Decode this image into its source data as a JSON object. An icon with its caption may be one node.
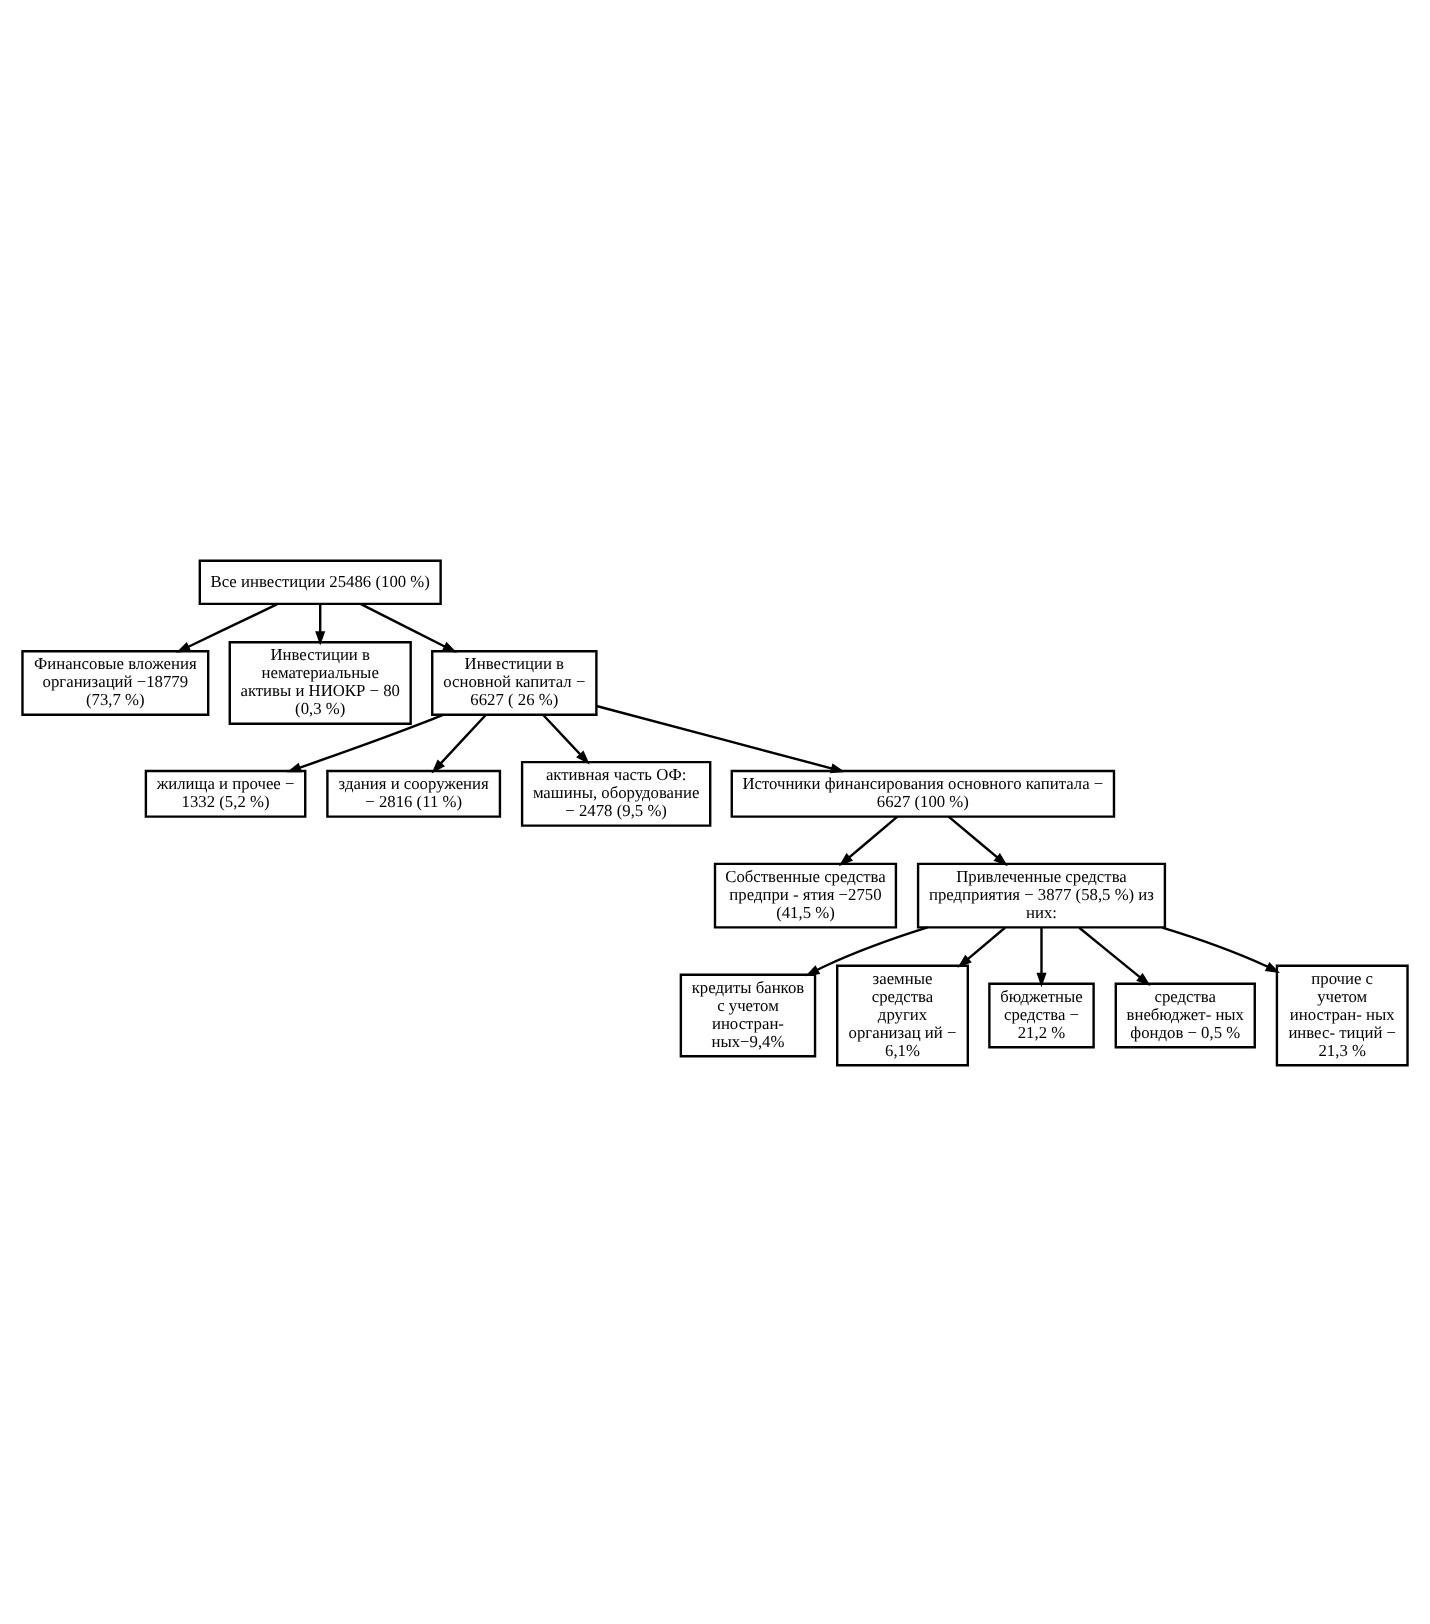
{
  "diagram": {
    "nodes": [
      {
        "text": [
          "Все инвестиции 25486 (100 %)"
        ]
      },
      {
        "text": [
          "Финансовые вложения организаций −18779 (73,7 %)"
        ]
      },
      {
        "text": [
          "Инвестиции в нематериальные активы и НИОКР − 80 (0,3 %)"
        ]
      },
      {
        "text": [
          "Инвестиции в основной капитал − 6627 ( 26 %)"
        ]
      },
      {
        "text": [
          "жилища и прочее − 1332 (5,2 %)"
        ]
      },
      {
        "text": [
          "здания и сооружения − 2816 (11 %)"
        ]
      },
      {
        "text": [
          "активная часть ОФ: машины, оборудование − 2478 (9,5 %)"
        ]
      },
      {
        "text": [
          "Источники финансирования основного капитала − 6627 (100 %)"
        ]
      },
      {
        "text": [
          "Собственные средства предпри - ятия −2750 (41,5 %)"
        ]
      },
      {
        "text": [
          "Привлеченные средства предприятия − 3877 (58,5 %) из них:"
        ]
      },
      {
        "text": [
          "кредиты банков с учетом иностран- ных−9,4%"
        ]
      },
      {
        "text": [
          "заемные средства других организац ий − 6,1%"
        ]
      },
      {
        "text": [
          "бюджетные средства − 21,2 %"
        ]
      },
      {
        "text": [
          "средства внебюджет- ных фондов − 0,5 %"
        ]
      },
      {
        "text": [
          "прочие с учетом иностран- ных инвес- тиций − 21,3 %"
        ]
      }
    ],
    "edges": [
      {
        "from": 0,
        "to": 1,
        "arrow": "to"
      },
      {
        "from": 0,
        "to": 2,
        "arrow": "to"
      },
      {
        "from": 0,
        "to": 3,
        "arrow": "to"
      },
      {
        "from": 3,
        "to": 4,
        "arrow": "to"
      },
      {
        "from": 3,
        "to": 5,
        "arrow": "to"
      },
      {
        "from": 3,
        "to": 6,
        "arrow": "to"
      },
      {
        "from": 3,
        "to": 7,
        "arrow": "to"
      },
      {
        "from": 7,
        "to": 8,
        "arrow": "to"
      },
      {
        "from": 7,
        "to": 9,
        "arrow": "to"
      },
      {
        "from": 9,
        "to": 10,
        "arrow": "to"
      },
      {
        "from": 9,
        "to": 11,
        "arrow": "to"
      },
      {
        "from": 9,
        "to": 12,
        "arrow": "to"
      },
      {
        "from": 9,
        "to": 13,
        "arrow": "to"
      },
      {
        "from": 9,
        "to": 14,
        "arrow": "to"
      }
    ]
  }
}
